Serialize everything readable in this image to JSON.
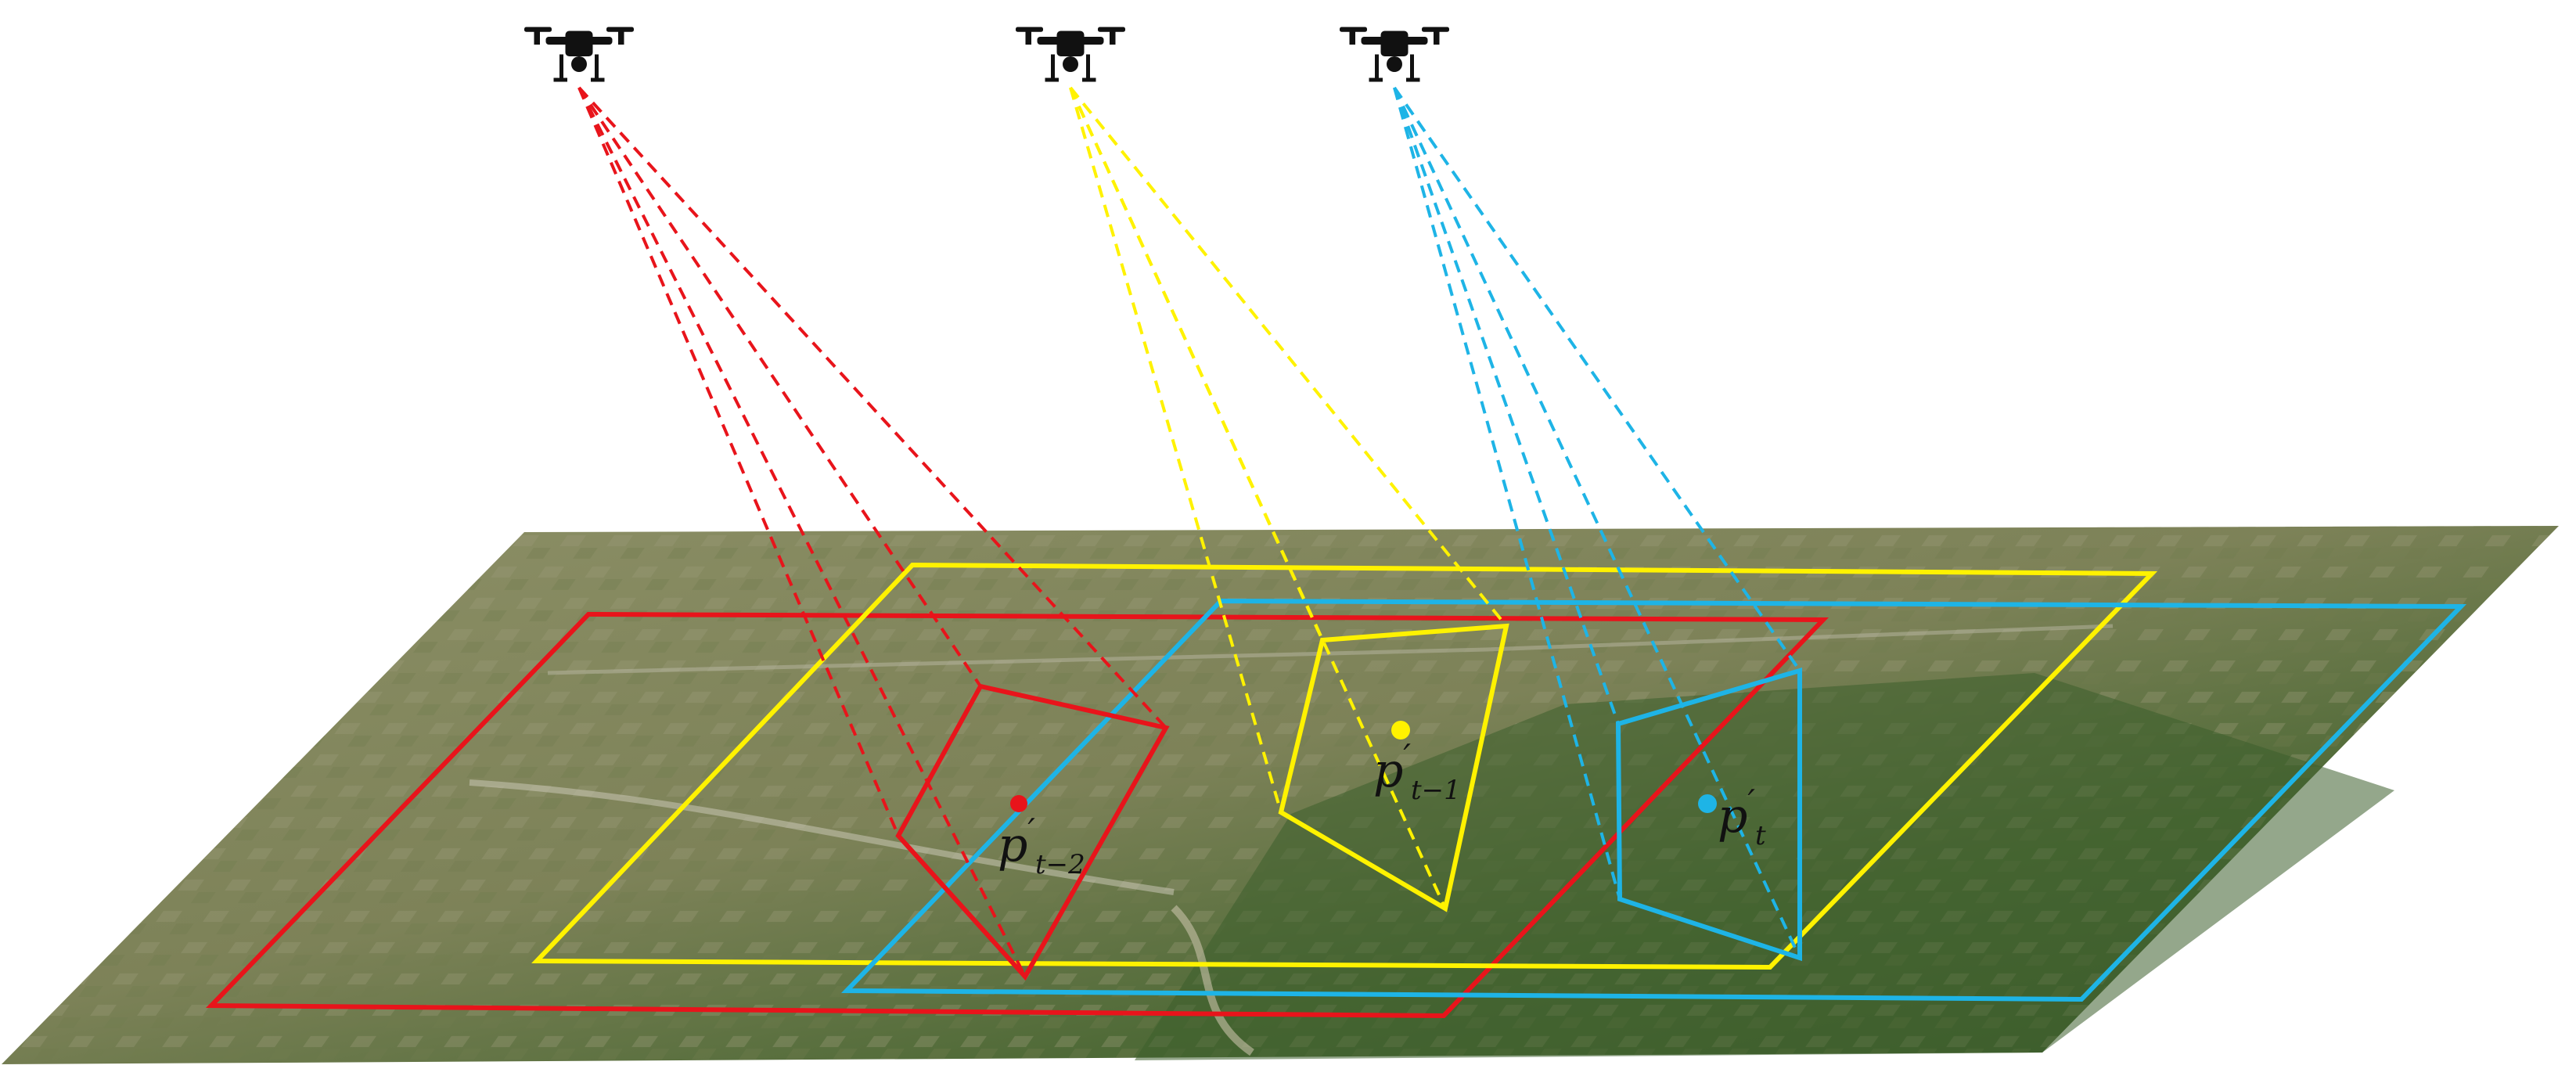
{
  "labels": {
    "p_t_minus_2": {
      "base": "p",
      "prime": "′",
      "sub": "t−2"
    },
    "p_t_minus_1": {
      "base": "p",
      "prime": "′",
      "sub": "t−1"
    },
    "p_t": {
      "base": "p",
      "prime": "′",
      "sub": "t"
    }
  },
  "colors": {
    "red": "#e8141b",
    "yellow": "#fff200",
    "cyan": "#1eb4e6",
    "drone": "#111111",
    "terrain_light": "#8a8f64",
    "terrain_dark": "#3f5f2c"
  },
  "icons": [
    "drone-icon",
    "drone-icon",
    "drone-icon"
  ]
}
